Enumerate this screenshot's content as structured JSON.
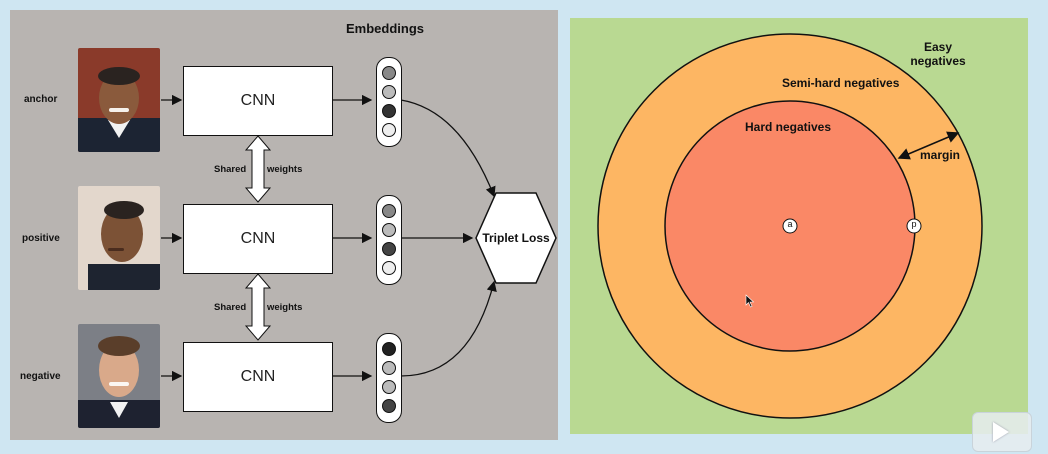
{
  "left_panel": {
    "title": "Embeddings",
    "rows": [
      {
        "label": "anchor",
        "cnn": "CNN",
        "embedding": [
          "#888888",
          "#bbbbbb",
          "#333333",
          "#eeeeee"
        ]
      },
      {
        "label": "positive",
        "cnn": "CNN",
        "embedding": [
          "#888888",
          "#bbbbbb",
          "#444444",
          "#eeeeee"
        ]
      },
      {
        "label": "negative",
        "cnn": "CNN",
        "embedding": [
          "#222222",
          "#bbbbbb",
          "#bbbbbb",
          "#444444"
        ]
      }
    ],
    "shared_label_1": "Shared",
    "weights_label_1": "weights",
    "shared_label_2": "Shared",
    "weights_label_2": "weights",
    "loss_label": "Triplet Loss"
  },
  "right_panel": {
    "easy_negatives": "Easy\nnegatives",
    "semi_hard": "Semi-hard negatives",
    "hard": "Hard negatives",
    "margin": "margin",
    "anchor_point": "a",
    "positive_point": "p",
    "colors": {
      "background": "#b9d992",
      "outer": "#fdb663",
      "inner": "#fa8866"
    }
  },
  "player": {
    "icon": "play-icon"
  }
}
